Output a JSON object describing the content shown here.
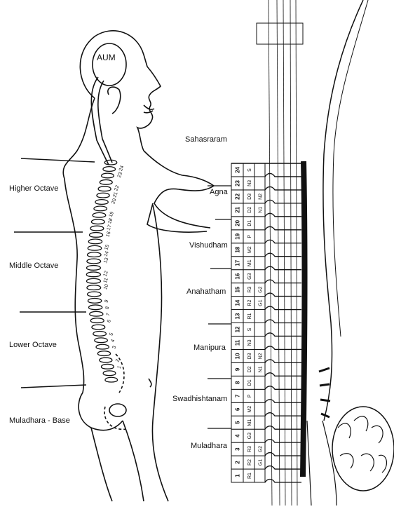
{
  "head_label": "AUM",
  "octave_labels": [
    "Higher Octave",
    "Middle Octave",
    "Lower Octave",
    "Muladhara - Base"
  ],
  "chakra_labels": [
    "Sahasraram",
    "Agna",
    "Vishudham",
    "Anahatham",
    "Manipura",
    "Swadhishtanam",
    "Muladhara"
  ],
  "fret_numbers": [
    "1",
    "2",
    "3",
    "4",
    "5",
    "6",
    "7",
    "8",
    "9",
    "10",
    "11",
    "12",
    "13",
    "14",
    "15",
    "16",
    "17",
    "18",
    "19",
    "20",
    "21",
    "22",
    "23",
    "24"
  ],
  "swara_labels": [
    "R1",
    "R2",
    "R3",
    "G3",
    "M1",
    "M2",
    "P",
    "D1",
    "D2",
    "D3",
    "N3",
    "S",
    "R1",
    "R2",
    "R3",
    "G3",
    "M1",
    "M2",
    "P",
    "D1",
    "D2",
    "D3",
    "N3",
    "S"
  ],
  "swara_labels_alt": [
    "",
    "G1",
    "G2",
    "",
    "",
    "",
    "",
    "",
    "N1",
    "N2",
    "",
    "",
    "",
    "G1",
    "G2",
    "",
    "",
    "",
    "",
    "",
    "N1",
    "N2",
    "",
    ""
  ]
}
